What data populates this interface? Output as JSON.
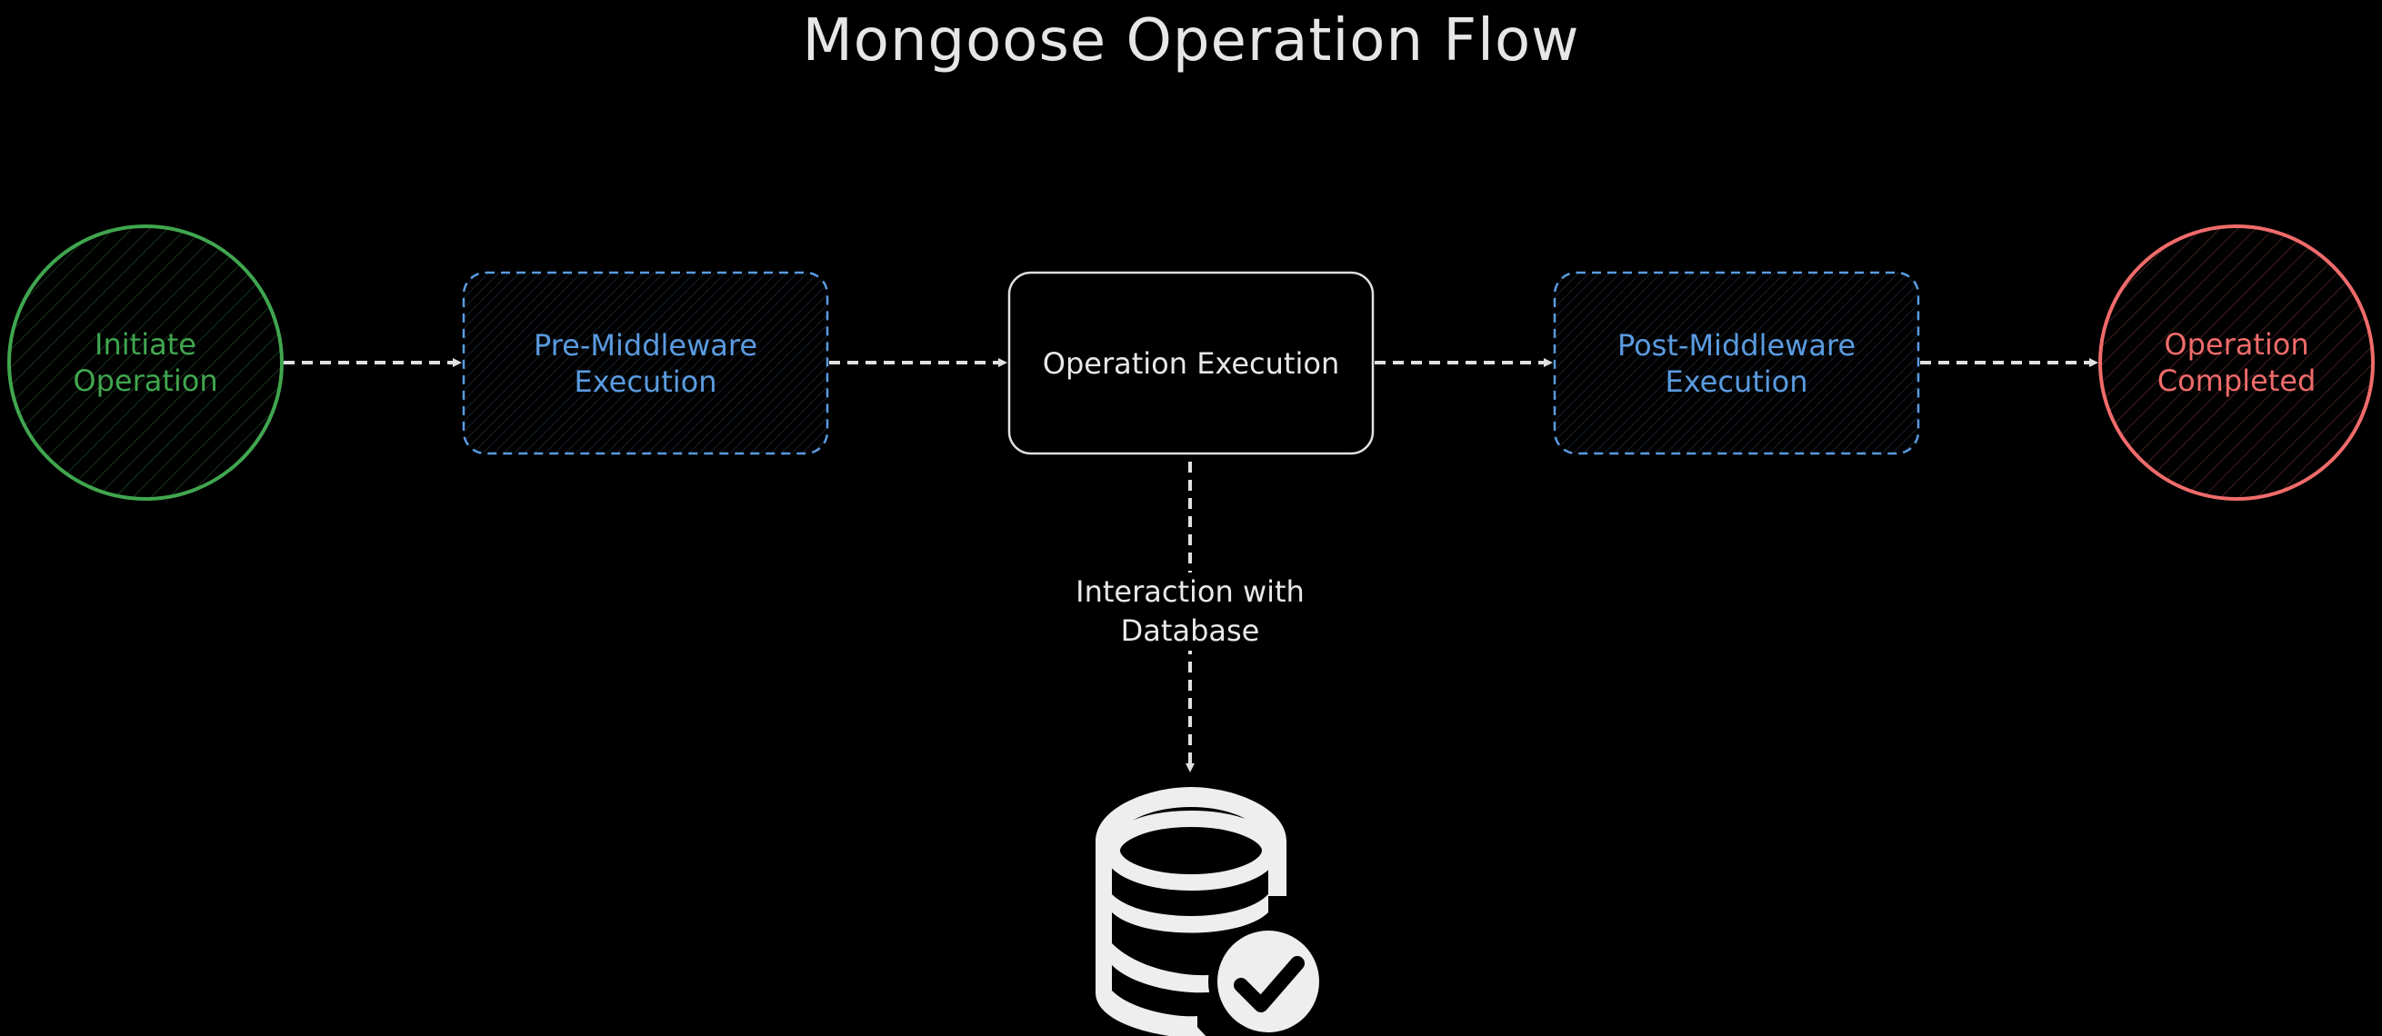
{
  "title": "Mongoose Operation Flow",
  "colors": {
    "background": "#000000",
    "arrow": "#e0e0e0",
    "start": "#40a64f",
    "middleware": "#5a9be0",
    "operation": "#e8e8e8",
    "end": "#f06b6b"
  },
  "nodes": [
    {
      "id": "initiate",
      "shape": "circle",
      "style": "hatched",
      "color_key": "start",
      "label": "Initiate Operation",
      "lines": [
        "Initiate",
        "Operation"
      ]
    },
    {
      "id": "pre-middleware",
      "shape": "rounded-rect",
      "style": "dashed-hatched",
      "color_key": "middleware",
      "label": "Pre-Middleware Execution",
      "lines": [
        "Pre-Middleware",
        "Execution"
      ]
    },
    {
      "id": "operation-execution",
      "shape": "rounded-rect",
      "style": "solid",
      "color_key": "operation",
      "label": "Operation Execution",
      "lines": [
        "Operation Execution"
      ]
    },
    {
      "id": "post-middleware",
      "shape": "rounded-rect",
      "style": "dashed-hatched",
      "color_key": "middleware",
      "label": "Post-Middleware Execution",
      "lines": [
        "Post-Middleware",
        "Execution"
      ]
    },
    {
      "id": "completed",
      "shape": "circle",
      "style": "hatched",
      "color_key": "end",
      "label": "Operation Completed",
      "lines": [
        "Operation",
        "Completed"
      ]
    }
  ],
  "edges": [
    {
      "from": "initiate",
      "to": "pre-middleware",
      "style": "dashed",
      "label": ""
    },
    {
      "from": "pre-middleware",
      "to": "operation-execution",
      "style": "dashed",
      "label": ""
    },
    {
      "from": "operation-execution",
      "to": "post-middleware",
      "style": "dashed",
      "label": ""
    },
    {
      "from": "post-middleware",
      "to": "completed",
      "style": "dashed",
      "label": ""
    },
    {
      "from": "operation-execution",
      "to": "database",
      "style": "dashed",
      "label": "Interaction with Database",
      "lines": [
        "Interaction with",
        "Database"
      ]
    }
  ],
  "database": {
    "icon": "database-check-icon",
    "label": ""
  }
}
